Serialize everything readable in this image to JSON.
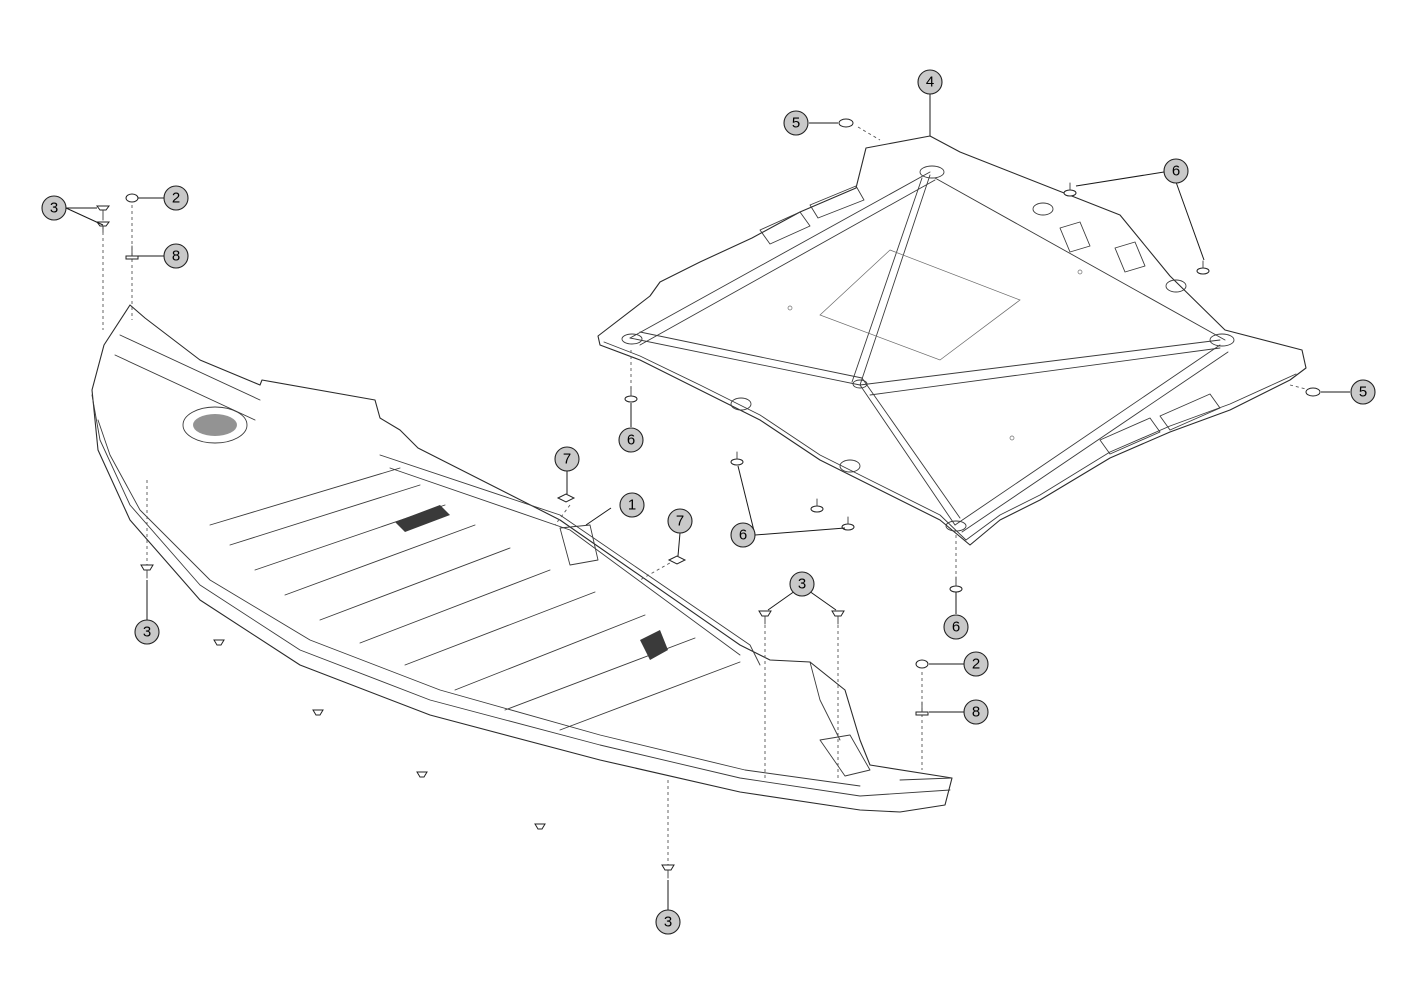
{
  "diagram": {
    "callouts": [
      {
        "id": "c1",
        "label": "1"
      },
      {
        "id": "c2a",
        "label": "2"
      },
      {
        "id": "c2b",
        "label": "2"
      },
      {
        "id": "c3a",
        "label": "3"
      },
      {
        "id": "c3b",
        "label": "3"
      },
      {
        "id": "c3c",
        "label": "3"
      },
      {
        "id": "c3d",
        "label": "3"
      },
      {
        "id": "c4",
        "label": "4"
      },
      {
        "id": "c5a",
        "label": "5"
      },
      {
        "id": "c5b",
        "label": "5"
      },
      {
        "id": "c6a",
        "label": "6"
      },
      {
        "id": "c6b",
        "label": "6"
      },
      {
        "id": "c6c",
        "label": "6"
      },
      {
        "id": "c6d",
        "label": "6"
      },
      {
        "id": "c7a",
        "label": "7"
      },
      {
        "id": "c7b",
        "label": "7"
      },
      {
        "id": "c8a",
        "label": "8"
      },
      {
        "id": "c8b",
        "label": "8"
      }
    ],
    "colors": {
      "callout_fill": "#c9c9c9",
      "line": "#2b2b2b",
      "background": "#ffffff"
    }
  }
}
